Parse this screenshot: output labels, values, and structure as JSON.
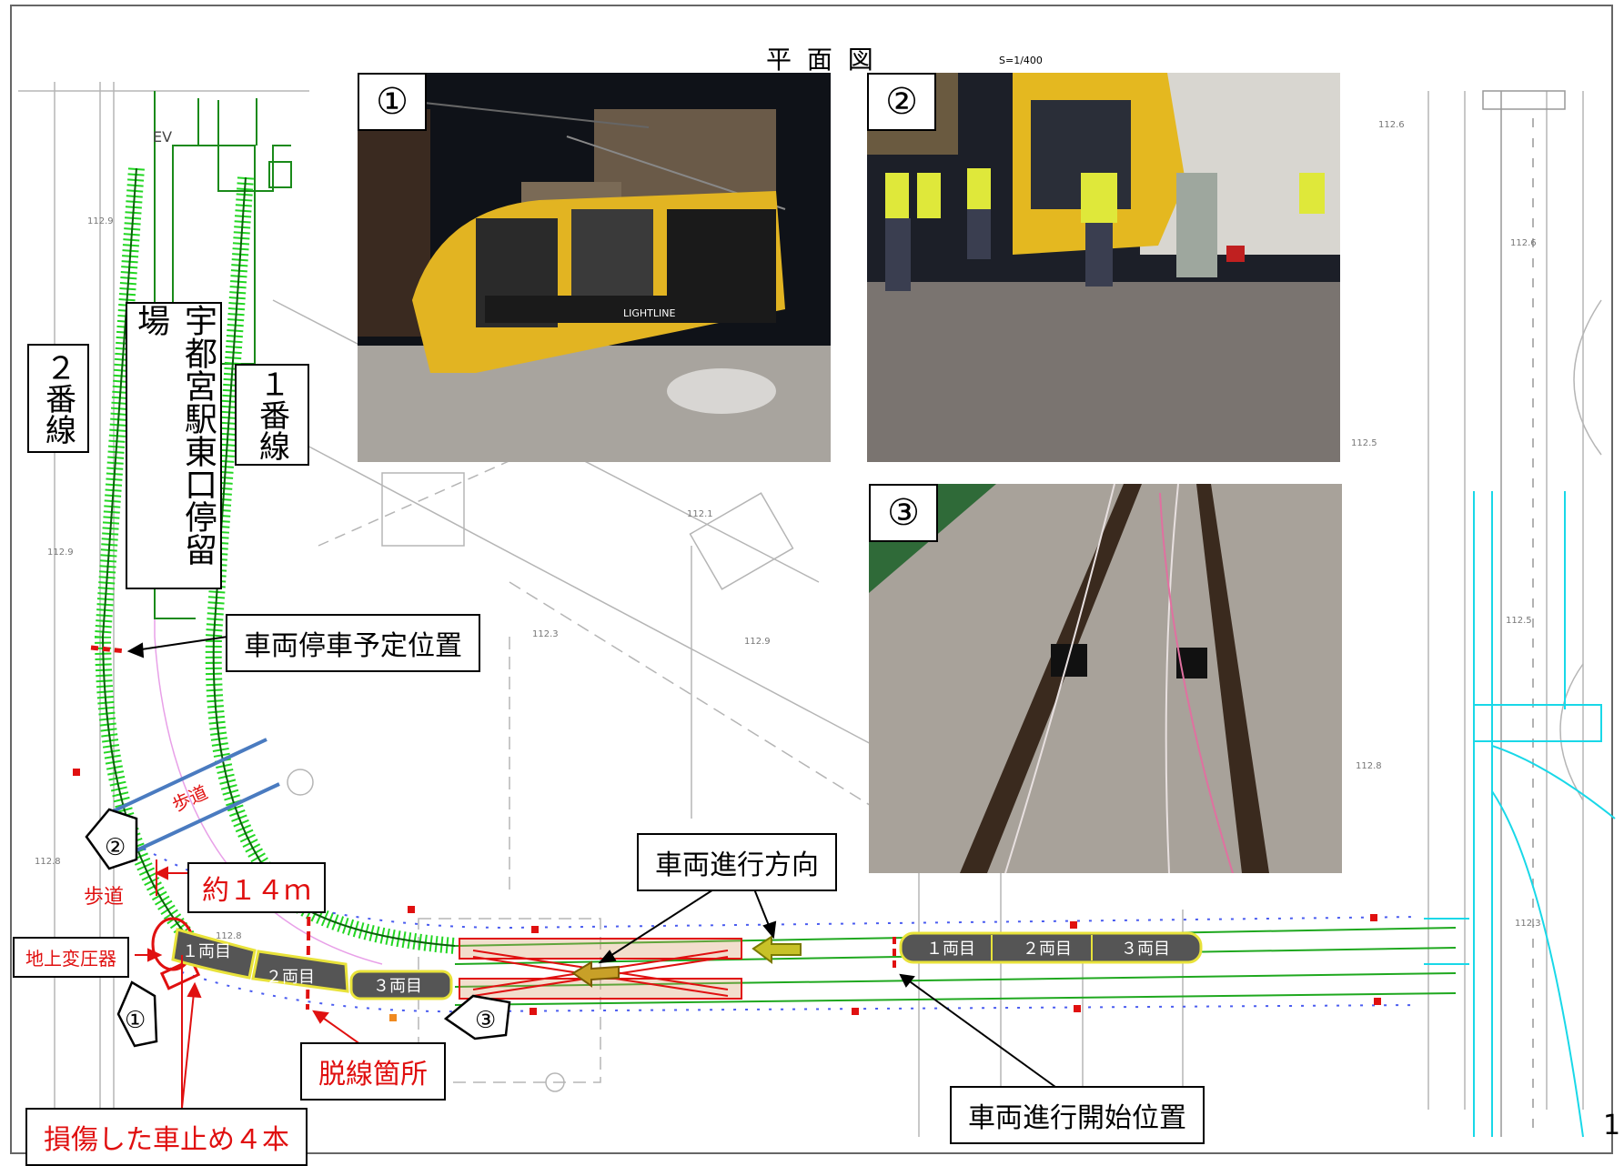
{
  "title": "平 面 図",
  "scale": "S=1/400",
  "photos": {
    "p1": {
      "badge": "①",
      "sign_text": "LIGHTLINE"
    },
    "p2": {
      "badge": "②"
    },
    "p3": {
      "badge": "③"
    }
  },
  "tracks": {
    "line2": "２番線",
    "line1": "１番線",
    "station": "宇都宮駅東口停留場"
  },
  "callouts": {
    "planned_stop": "車両停車予定位置",
    "travel_direction": "車両進行方向",
    "start_position": "車両進行開始位置",
    "derail_point": "脱線箇所",
    "damaged_stops": "損傷した車止め４本",
    "transformer": "地上変圧器",
    "distance": "約１４ｍ",
    "sidewalk_1": "歩道",
    "sidewalk_2": "歩道"
  },
  "viewpoints": [
    "①",
    "②",
    "③"
  ],
  "train_cars_derailed": [
    "１両目",
    "２両目",
    "３両目"
  ],
  "train_cars_start": [
    "１両目",
    "２両目",
    "３両目"
  ],
  "map_text": {
    "ev": "EV",
    "elevations": [
      "112.9",
      "112.9",
      "112.8",
      "112.3",
      "112.9",
      "112.6",
      "112.6",
      "112.5",
      "112.5",
      "112.8",
      "112.3",
      "112.1",
      "112.8"
    ]
  },
  "page_number": "1",
  "colors": {
    "track": "#22d622",
    "accent_red": "#e01010",
    "road_cyan": "#19d8e8",
    "car_fill": "#555555",
    "car_outline": "#e8e23a",
    "dotted_line": "#4a5cf0"
  }
}
